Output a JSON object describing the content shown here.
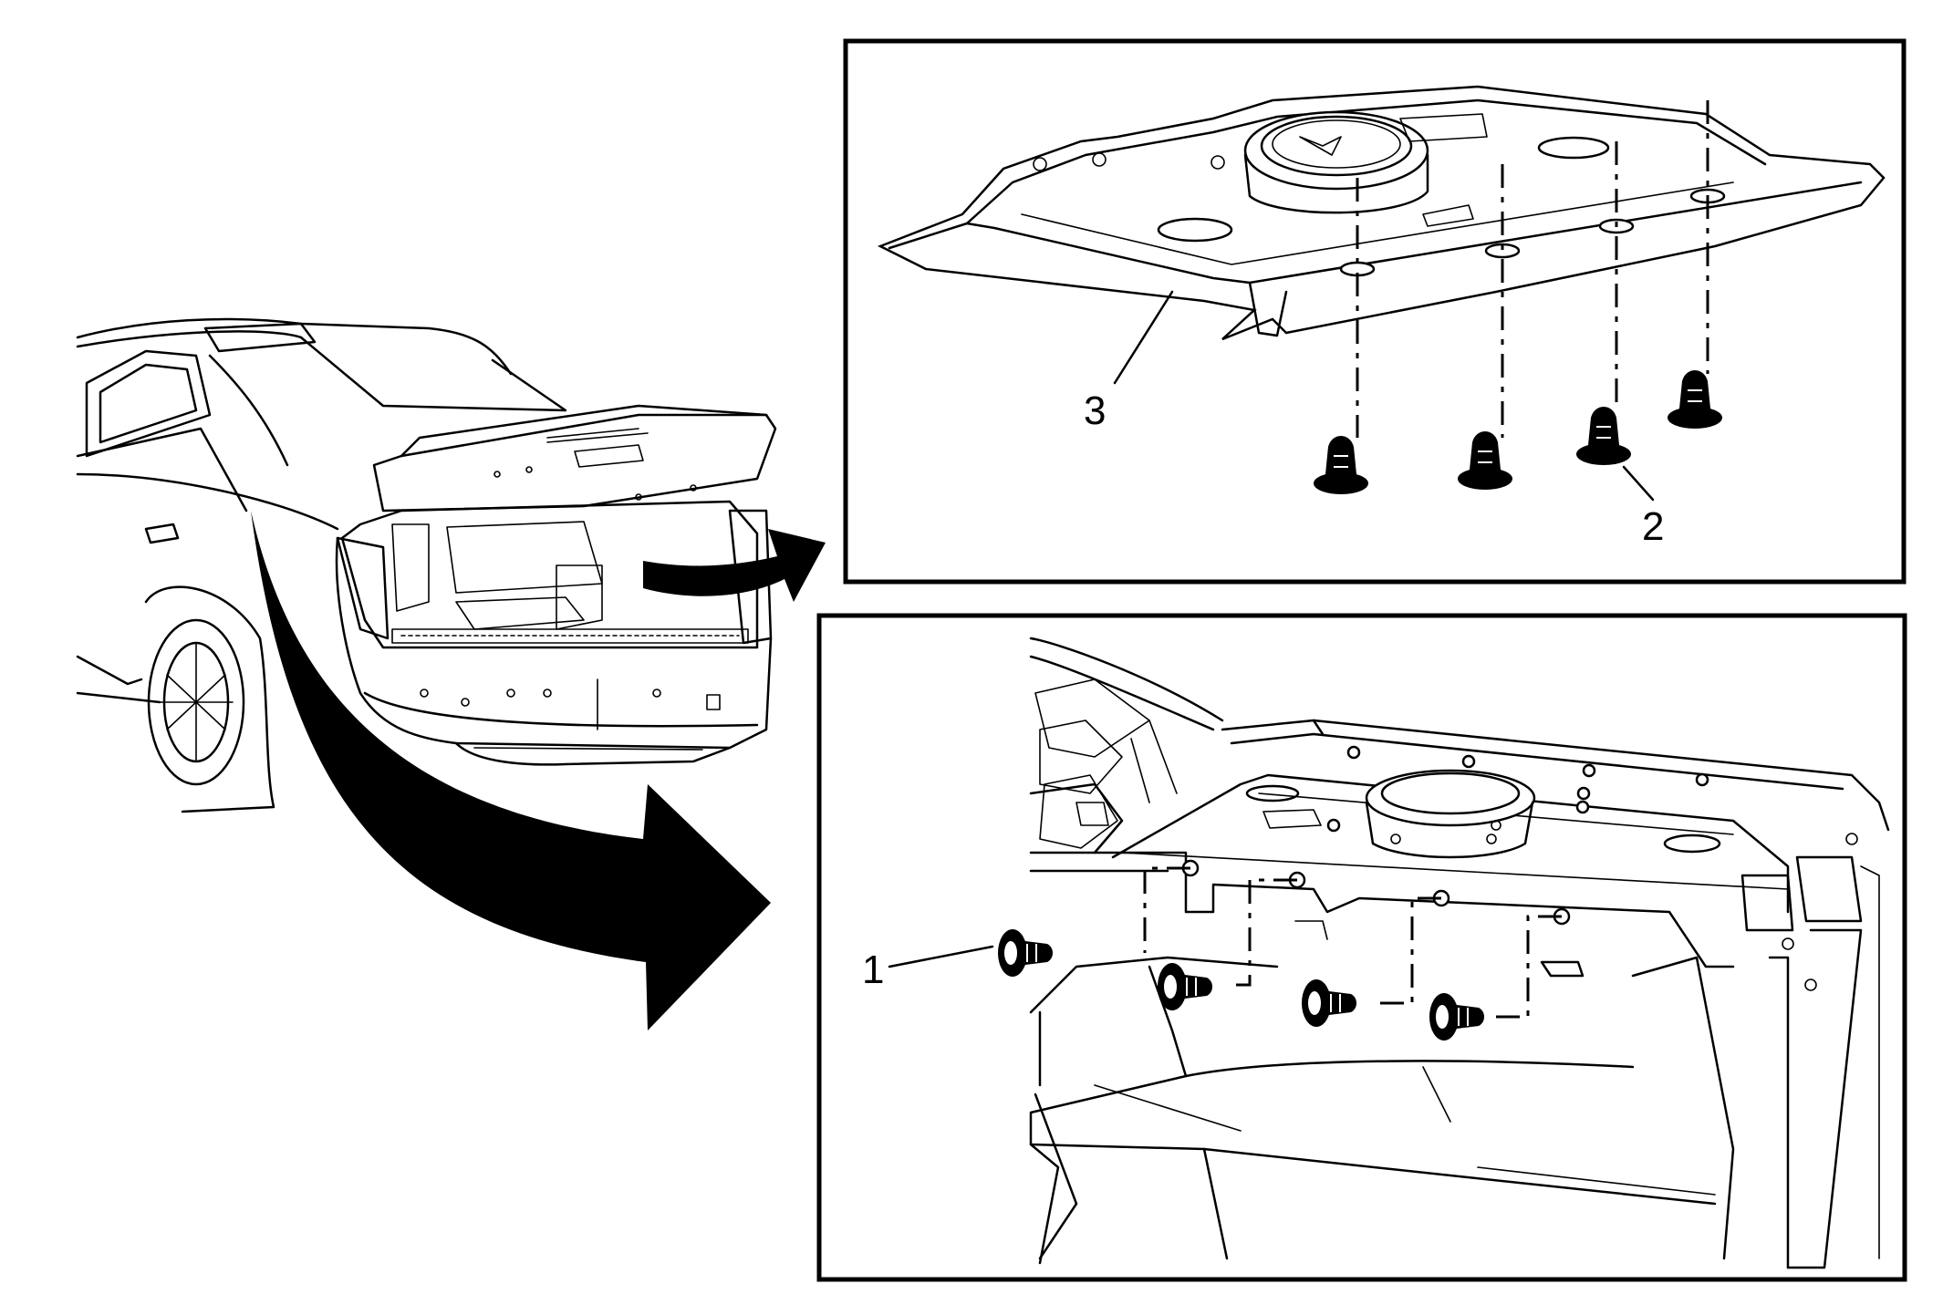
{
  "callouts": {
    "fastener_lower": "1",
    "fastener_upper": "2",
    "shelf_panel": "3"
  },
  "colors": {
    "line": "#000000",
    "background": "#ffffff"
  }
}
